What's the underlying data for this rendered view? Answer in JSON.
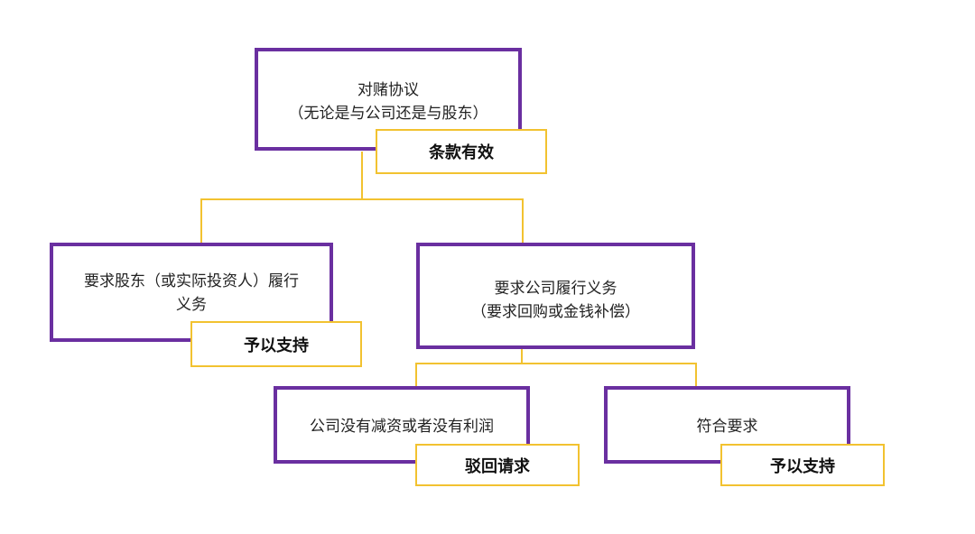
{
  "diagram": {
    "root": {
      "lines": [
        "对赌协议",
        "（无论是与公司还是与股东）"
      ],
      "verdict": "条款有效"
    },
    "left": {
      "lines": [
        "要求股东（或实际投资人）履行",
        "义务"
      ],
      "verdict": "予以支持"
    },
    "right": {
      "lines": [
        "要求公司履行义务",
        "（要求回购或金钱补偿）"
      ]
    },
    "right_left": {
      "lines": [
        "公司没有减资或者没有利润"
      ],
      "verdict": "驳回请求"
    },
    "right_right": {
      "lines": [
        "符合要求"
      ],
      "verdict": "予以支持"
    },
    "colors": {
      "node_border": "#6a2fa0",
      "verdict_border": "#f2c230",
      "connector": "#f2c230"
    }
  }
}
